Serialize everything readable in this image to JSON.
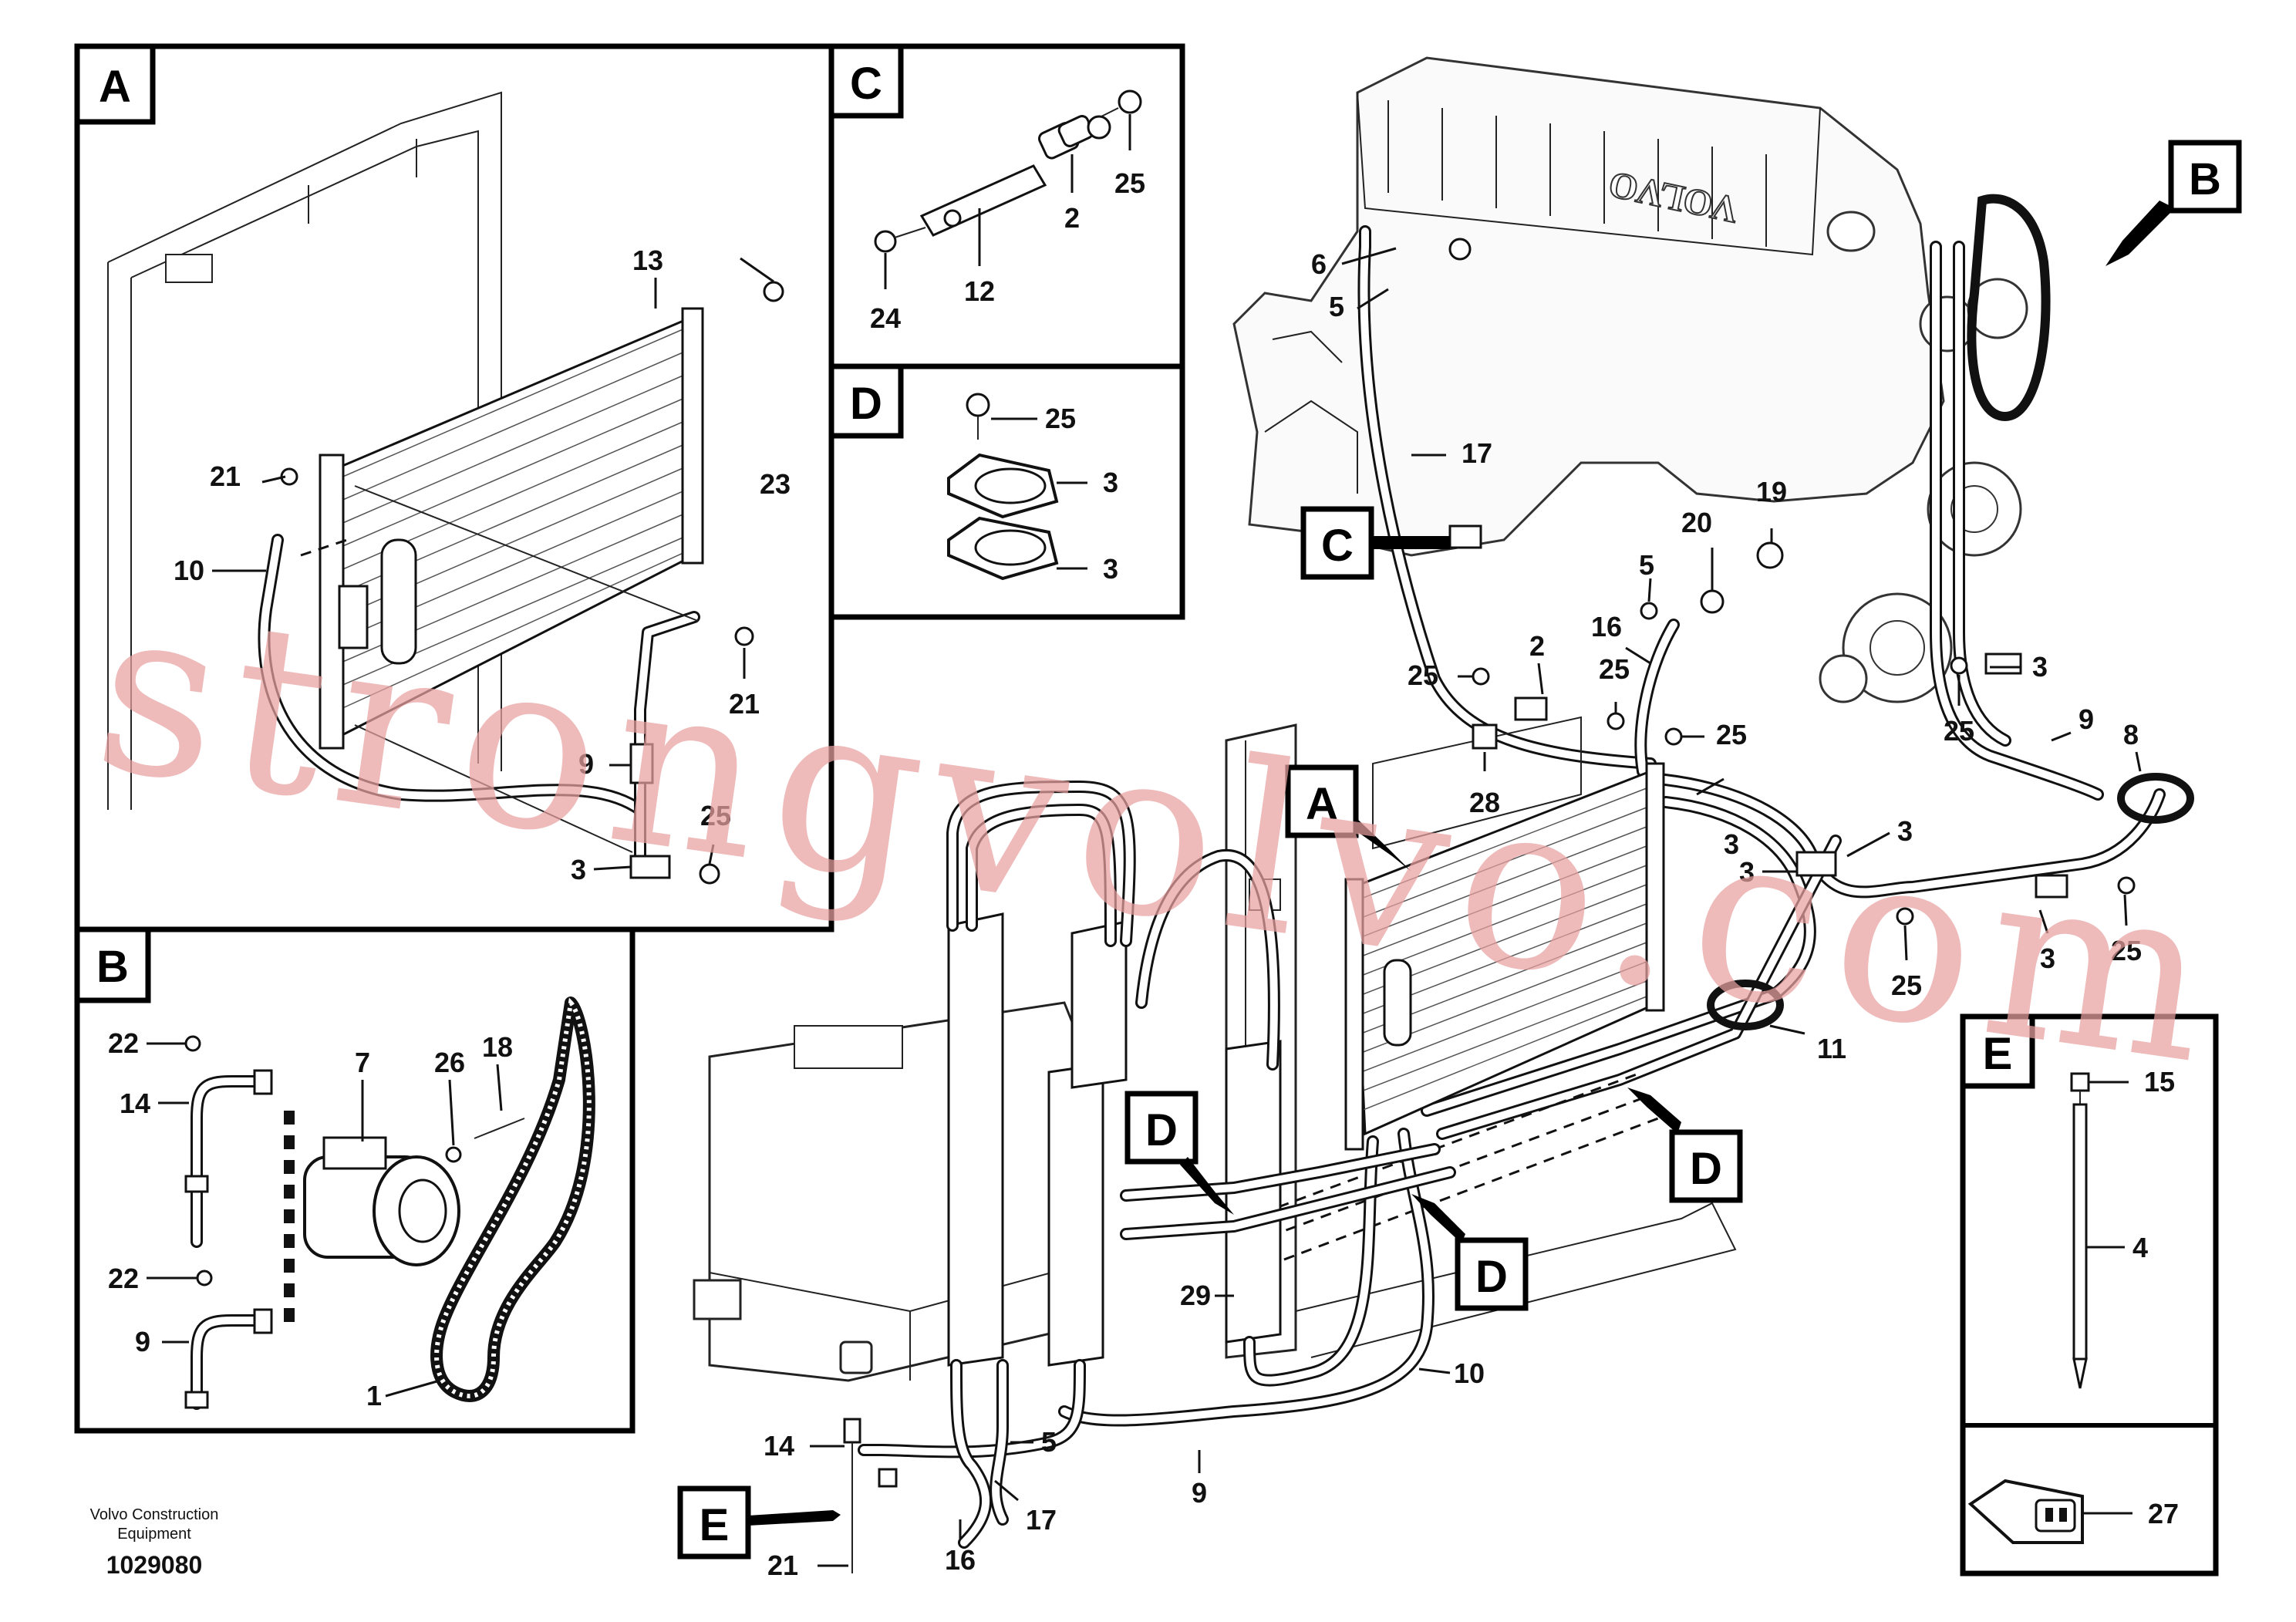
{
  "panels": {
    "A": "A",
    "B": "B",
    "C": "C",
    "D": "D",
    "E": "E"
  },
  "main_tags": {
    "A": "A",
    "B": "B",
    "C": "C",
    "D1": "D",
    "D2": "D",
    "D3": "D",
    "E": "E"
  },
  "brand_text": "VOLVO",
  "footer": {
    "line1": "Volvo Construction",
    "line2": "Equipment",
    "number": "1029080"
  },
  "watermark": "strongvolvo.com",
  "callouts": {
    "a13": "13",
    "a23": "23",
    "a21a": "21",
    "a10": "10",
    "a21b": "21",
    "a9": "9",
    "a25": "25",
    "a3": "3",
    "c25": "25",
    "c2": "2",
    "c12": "12",
    "c24": "24",
    "d25": "25",
    "d3a": "3",
    "d3b": "3",
    "b22a": "22",
    "b7": "7",
    "b26": "26",
    "b18": "18",
    "b14": "14",
    "b22b": "22",
    "b9": "9",
    "b1": "1",
    "e15": "15",
    "e4": "4",
    "e27": "27",
    "m6": "6",
    "m5a": "5",
    "m17a": "17",
    "m19": "19",
    "m20": "20",
    "m5b": "5",
    "m16a": "16",
    "m25a": "25",
    "m25b": "25",
    "m2": "2",
    "m25c": "25",
    "m28": "28",
    "m25d": "25",
    "m3a": "3",
    "m9a": "9",
    "m8": "8",
    "m3b": "3",
    "m3c": "3",
    "m3d": "3",
    "m25e": "25",
    "m3e": "3",
    "m25f": "25",
    "m11": "11",
    "m29": "29",
    "m10": "10",
    "m9b": "9",
    "m14": "14",
    "m5c": "5",
    "m17b": "17",
    "m16b": "16",
    "m21": "21"
  }
}
